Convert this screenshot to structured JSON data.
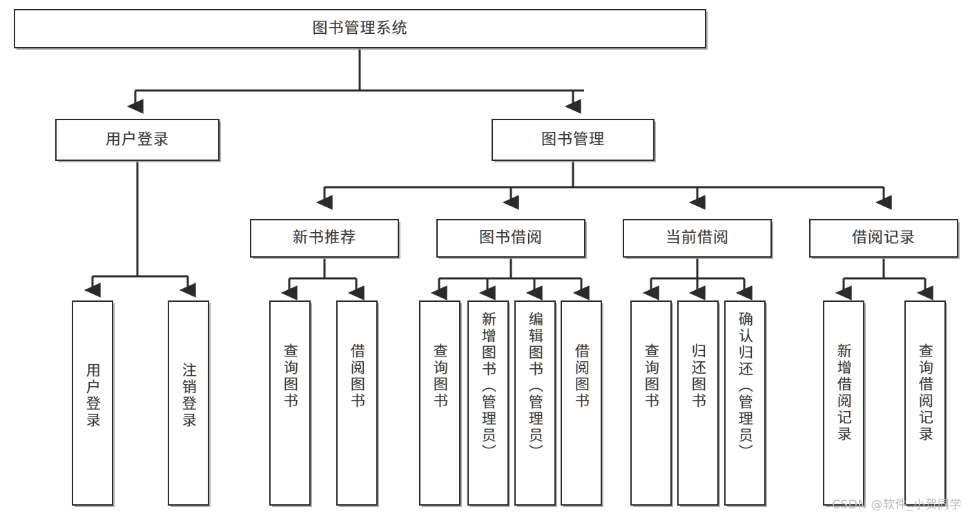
{
  "diagram": {
    "title": "图书管理系统",
    "type": "tree",
    "watermark": "CSDN @软件_小贺同学",
    "colors": {
      "box_border": "#2b2b2b",
      "box_fill": "#ffffff",
      "text": "#3a3a3a",
      "edge": "#2b2b2b",
      "watermark": "#b9b9b9",
      "background": "#ffffff"
    },
    "nodes": {
      "root": {
        "label": "图书管理系统"
      },
      "level2": [
        {
          "label": "用户登录"
        },
        {
          "label": "图书管理"
        }
      ],
      "level3": [
        {
          "label": "新书推荐"
        },
        {
          "label": "图书借阅"
        },
        {
          "label": "当前借阅"
        },
        {
          "label": "借阅记录"
        }
      ],
      "leaves": {
        "user_login": [
          {
            "label": "用户登录"
          },
          {
            "label": "注销登录"
          }
        ],
        "new_book_recommend": [
          {
            "label": "查询图书"
          },
          {
            "label": "借阅图书"
          }
        ],
        "book_borrow": [
          {
            "label": "查询图书"
          },
          {
            "label": "新增图书（管理员）"
          },
          {
            "label": "编辑图书（管理员）"
          },
          {
            "label": "借阅图书"
          }
        ],
        "current_borrow": [
          {
            "label": "查询图书"
          },
          {
            "label": "归还图书"
          },
          {
            "label": "确认归还（管理员）"
          }
        ],
        "borrow_records": [
          {
            "label": "新增借阅记录"
          },
          {
            "label": "查询借阅记录"
          }
        ]
      }
    }
  }
}
